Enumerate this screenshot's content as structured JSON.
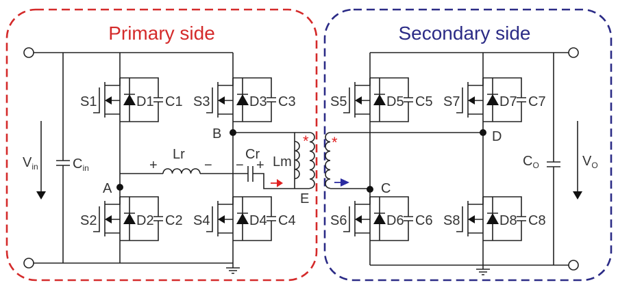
{
  "primary": {
    "title": "Primary side",
    "color": "#d42a2a"
  },
  "secondary": {
    "title": "Secondary side",
    "color": "#2b2b86"
  },
  "input": {
    "voltage_main": "V",
    "voltage_sub": "in",
    "cap_main": "C",
    "cap_sub": "in"
  },
  "output": {
    "voltage_main": "V",
    "voltage_sub": "O",
    "cap_main": "C",
    "cap_sub": "O"
  },
  "nodes": {
    "A": "A",
    "B": "B",
    "C": "C",
    "D": "D",
    "E": "E"
  },
  "resonant": {
    "lr": "Lr",
    "cr": "Cr",
    "lm": "Lm",
    "plus": "+",
    "minus": "−",
    "dot_mark": "*"
  },
  "switches": [
    {
      "s": "S1",
      "d": "D1",
      "c": "C1"
    },
    {
      "s": "S2",
      "d": "D2",
      "c": "C2"
    },
    {
      "s": "S3",
      "d": "D3",
      "c": "C3"
    },
    {
      "s": "S4",
      "d": "D4",
      "c": "C4"
    },
    {
      "s": "S5",
      "d": "D5",
      "c": "C5"
    },
    {
      "s": "S6",
      "d": "D6",
      "c": "C6"
    },
    {
      "s": "S7",
      "d": "D7",
      "c": "C7"
    },
    {
      "s": "S8",
      "d": "D8",
      "c": "C8"
    }
  ],
  "current_arrow_colors": {
    "primary": "#e02020",
    "secondary": "#2b2ba0"
  }
}
